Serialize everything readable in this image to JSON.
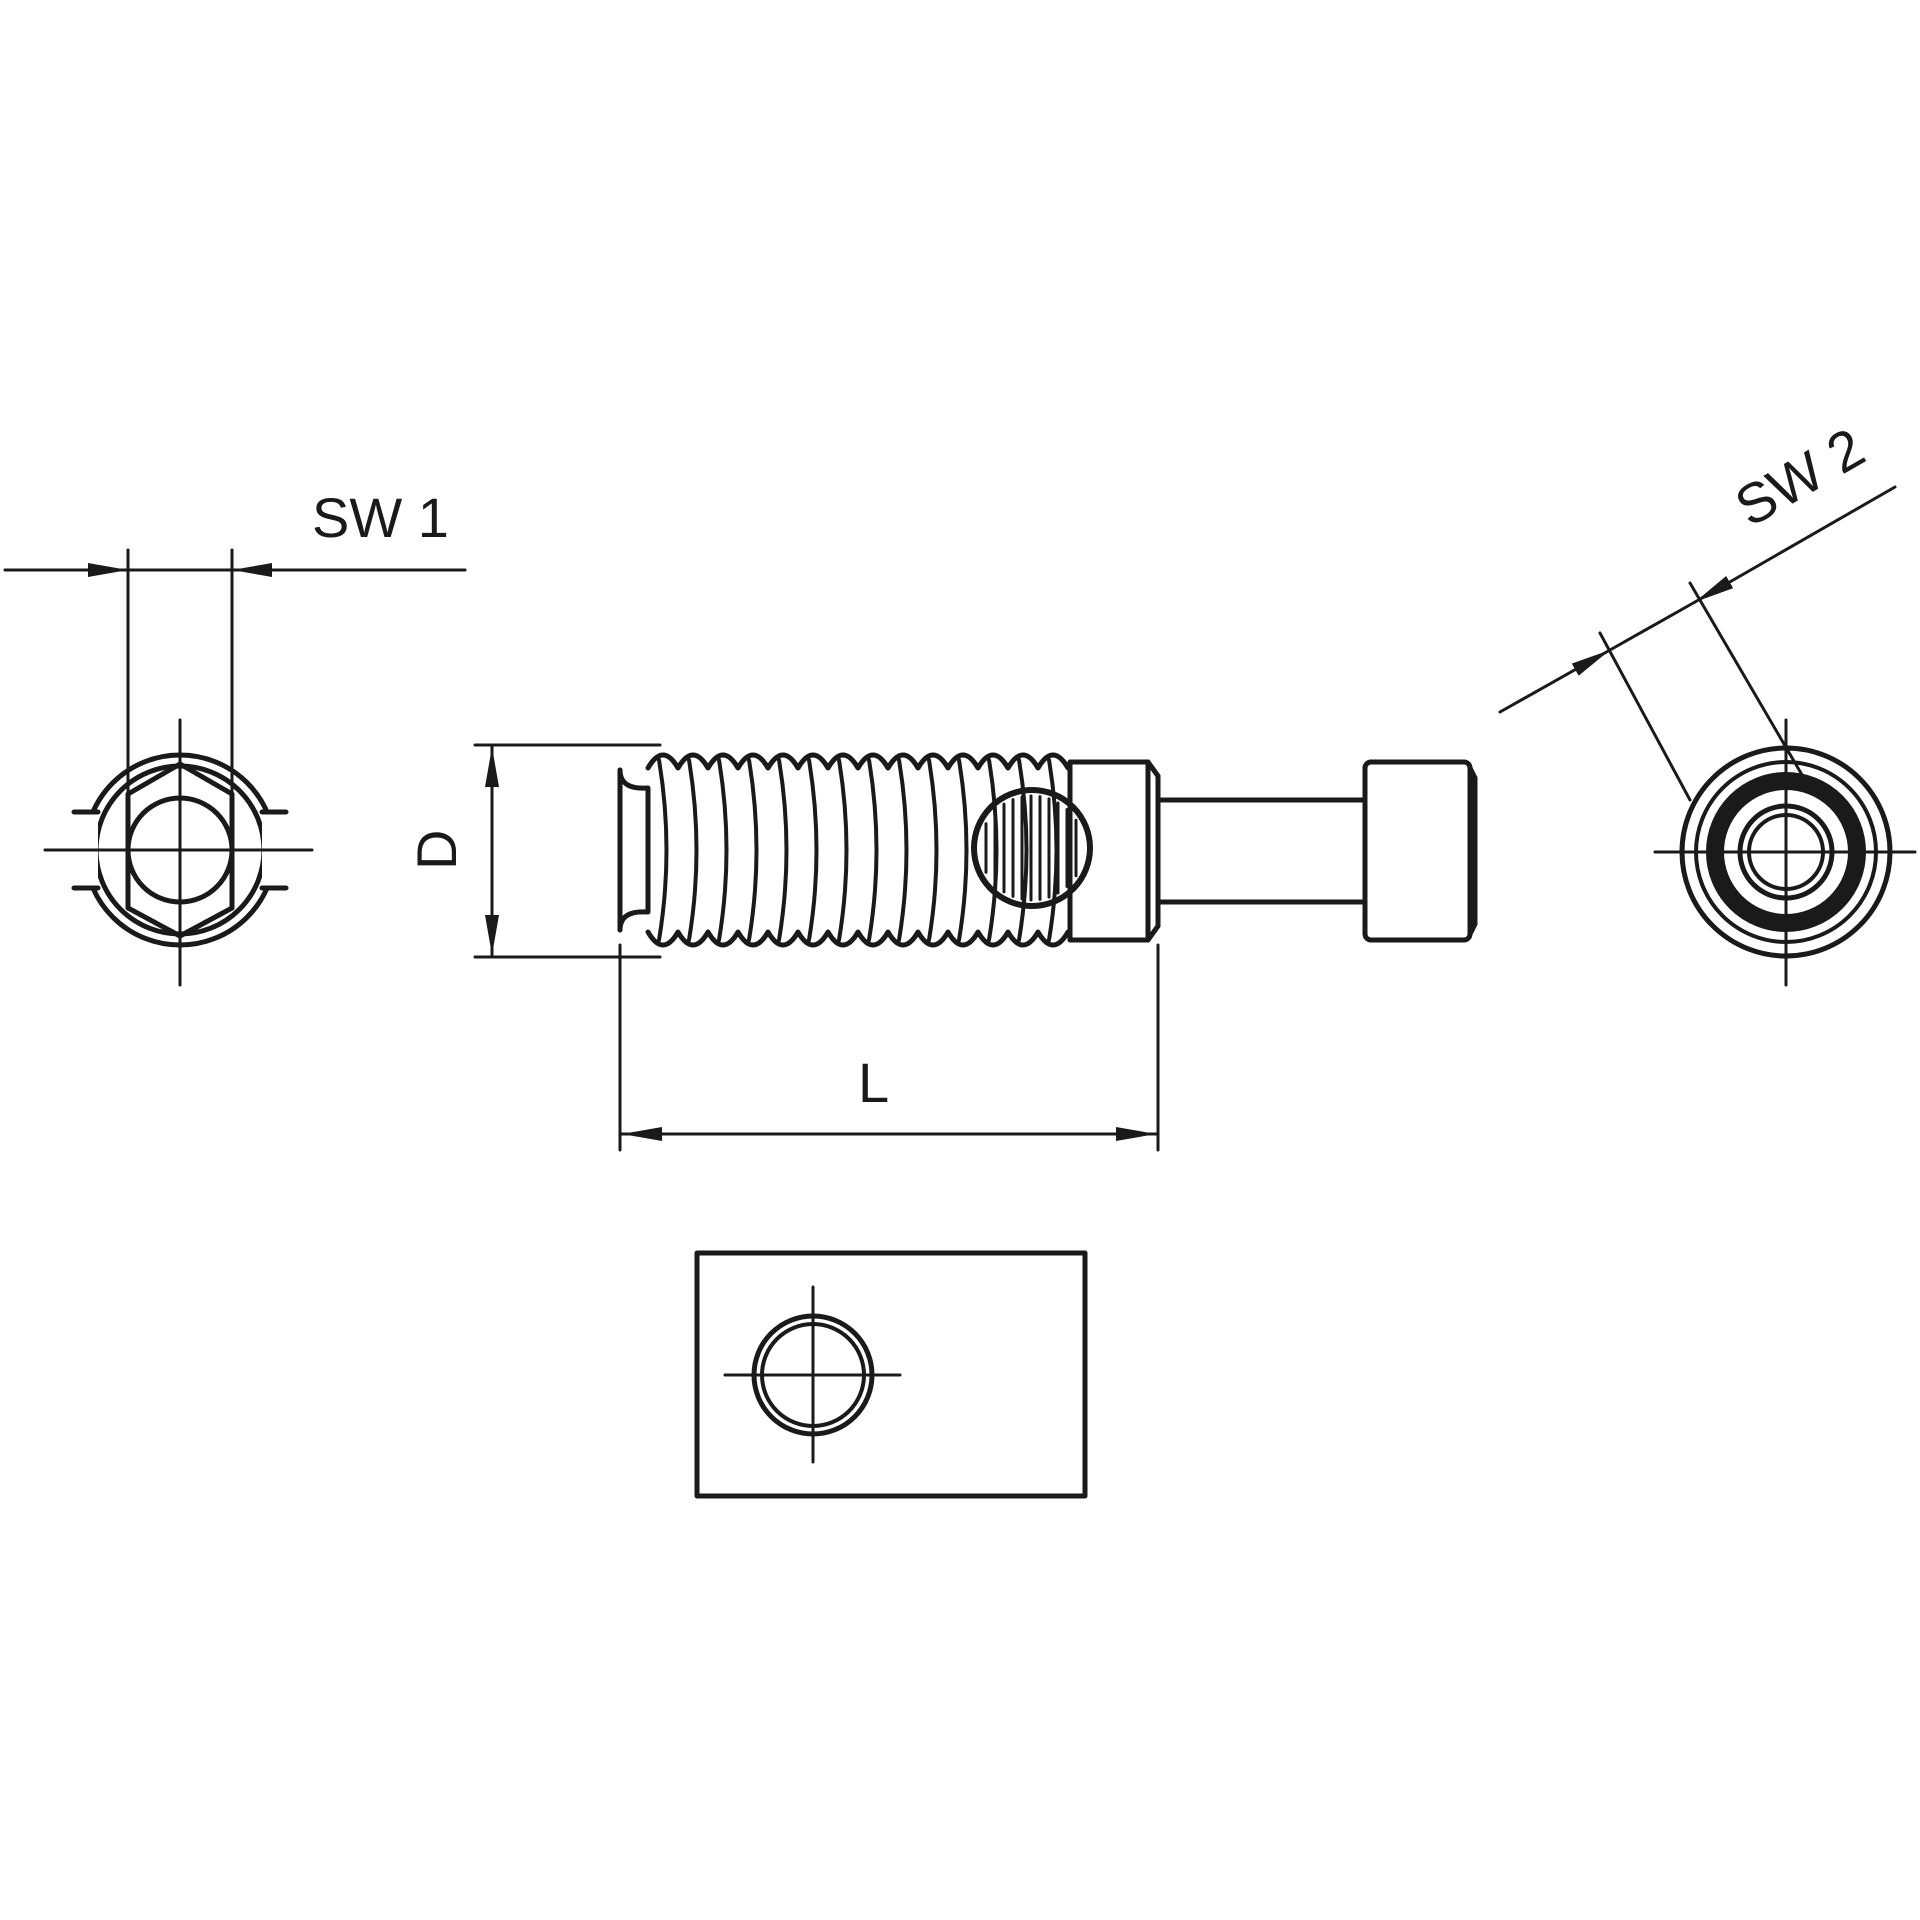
{
  "labels": {
    "sw1": "SW 1",
    "sw2": "SW 2",
    "d": "D",
    "l": "L"
  },
  "colors": {
    "line": "#1a1a1a",
    "background": "#ffffff"
  }
}
